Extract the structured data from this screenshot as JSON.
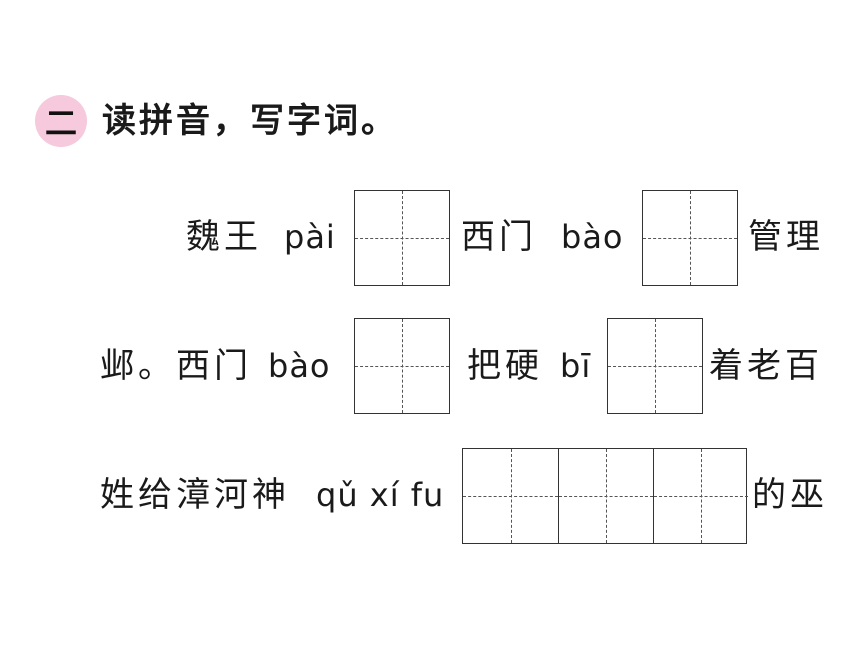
{
  "section": {
    "number": "二",
    "title": "读拼音，写字词。"
  },
  "line1": {
    "t1": "魏王",
    "p1": "pài",
    "t2": "西门",
    "p2": "bào",
    "t3": "管理"
  },
  "line2": {
    "t1": "邺。西门",
    "p1": "bào",
    "t2": "把硬",
    "p2": "bī",
    "t3": "着老百"
  },
  "line3": {
    "t1": "姓给漳河神",
    "p1": "qǔ xí fu",
    "t2": "的巫"
  }
}
